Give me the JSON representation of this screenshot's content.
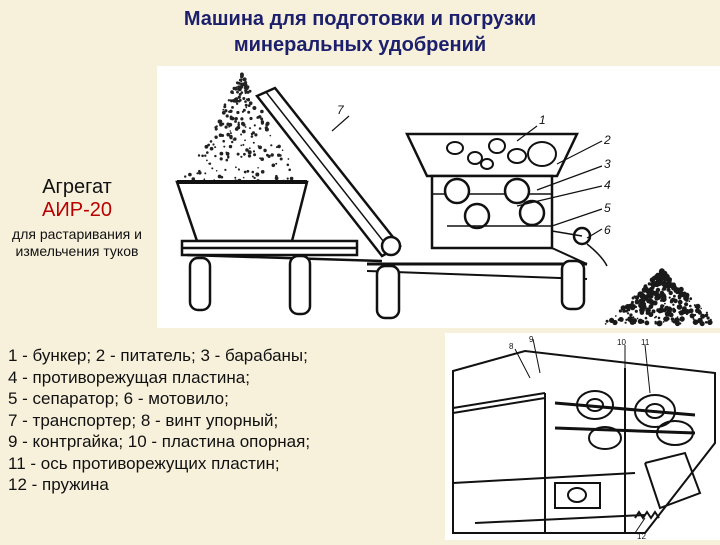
{
  "title": {
    "line1": "Машина для подготовки и погрузки",
    "line2": "минеральных удобрений"
  },
  "side_caption": {
    "name": "Агрегат",
    "model": "АИР-20",
    "description": "для растаривания и измельчения туков"
  },
  "legend": [
    {
      "text": "1 - бункер; 2 - питатель; 3 - барабаны;"
    },
    {
      "text": "4 - противорежущая пластина;"
    },
    {
      "text": "5 - сепаратор; 6 - мотовило;"
    },
    {
      "text": "7 - транспортер; 8 - винт упорный;"
    },
    {
      "text": "9 - контргайка; 10 - пластина опорная;"
    },
    {
      "text": "11 - ось противорежущих пластин;"
    },
    {
      "text": "12 - пружина"
    }
  ],
  "machine_callouts": [
    "1",
    "2",
    "3",
    "4",
    "5",
    "6",
    "7"
  ],
  "detail_callouts": [
    "8",
    "9",
    "10",
    "11",
    "12"
  ],
  "colors": {
    "title": "#1c1f6b",
    "model": "#b80000",
    "background": "#f7f1dc"
  }
}
